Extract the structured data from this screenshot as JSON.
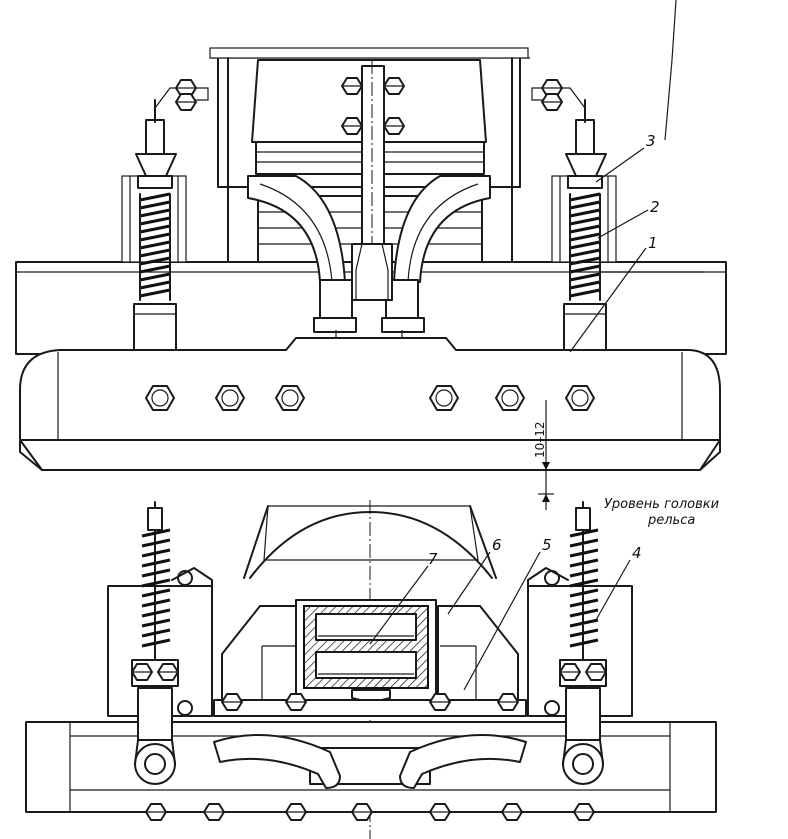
{
  "callouts": {
    "c1": "1",
    "c2": "2",
    "c3": "3",
    "c4": "4",
    "c5": "5",
    "c6": "6",
    "c7": "7"
  },
  "dimension": "10–12",
  "rail_level": {
    "line1": "Уровень головки",
    "line2": "рельса"
  }
}
